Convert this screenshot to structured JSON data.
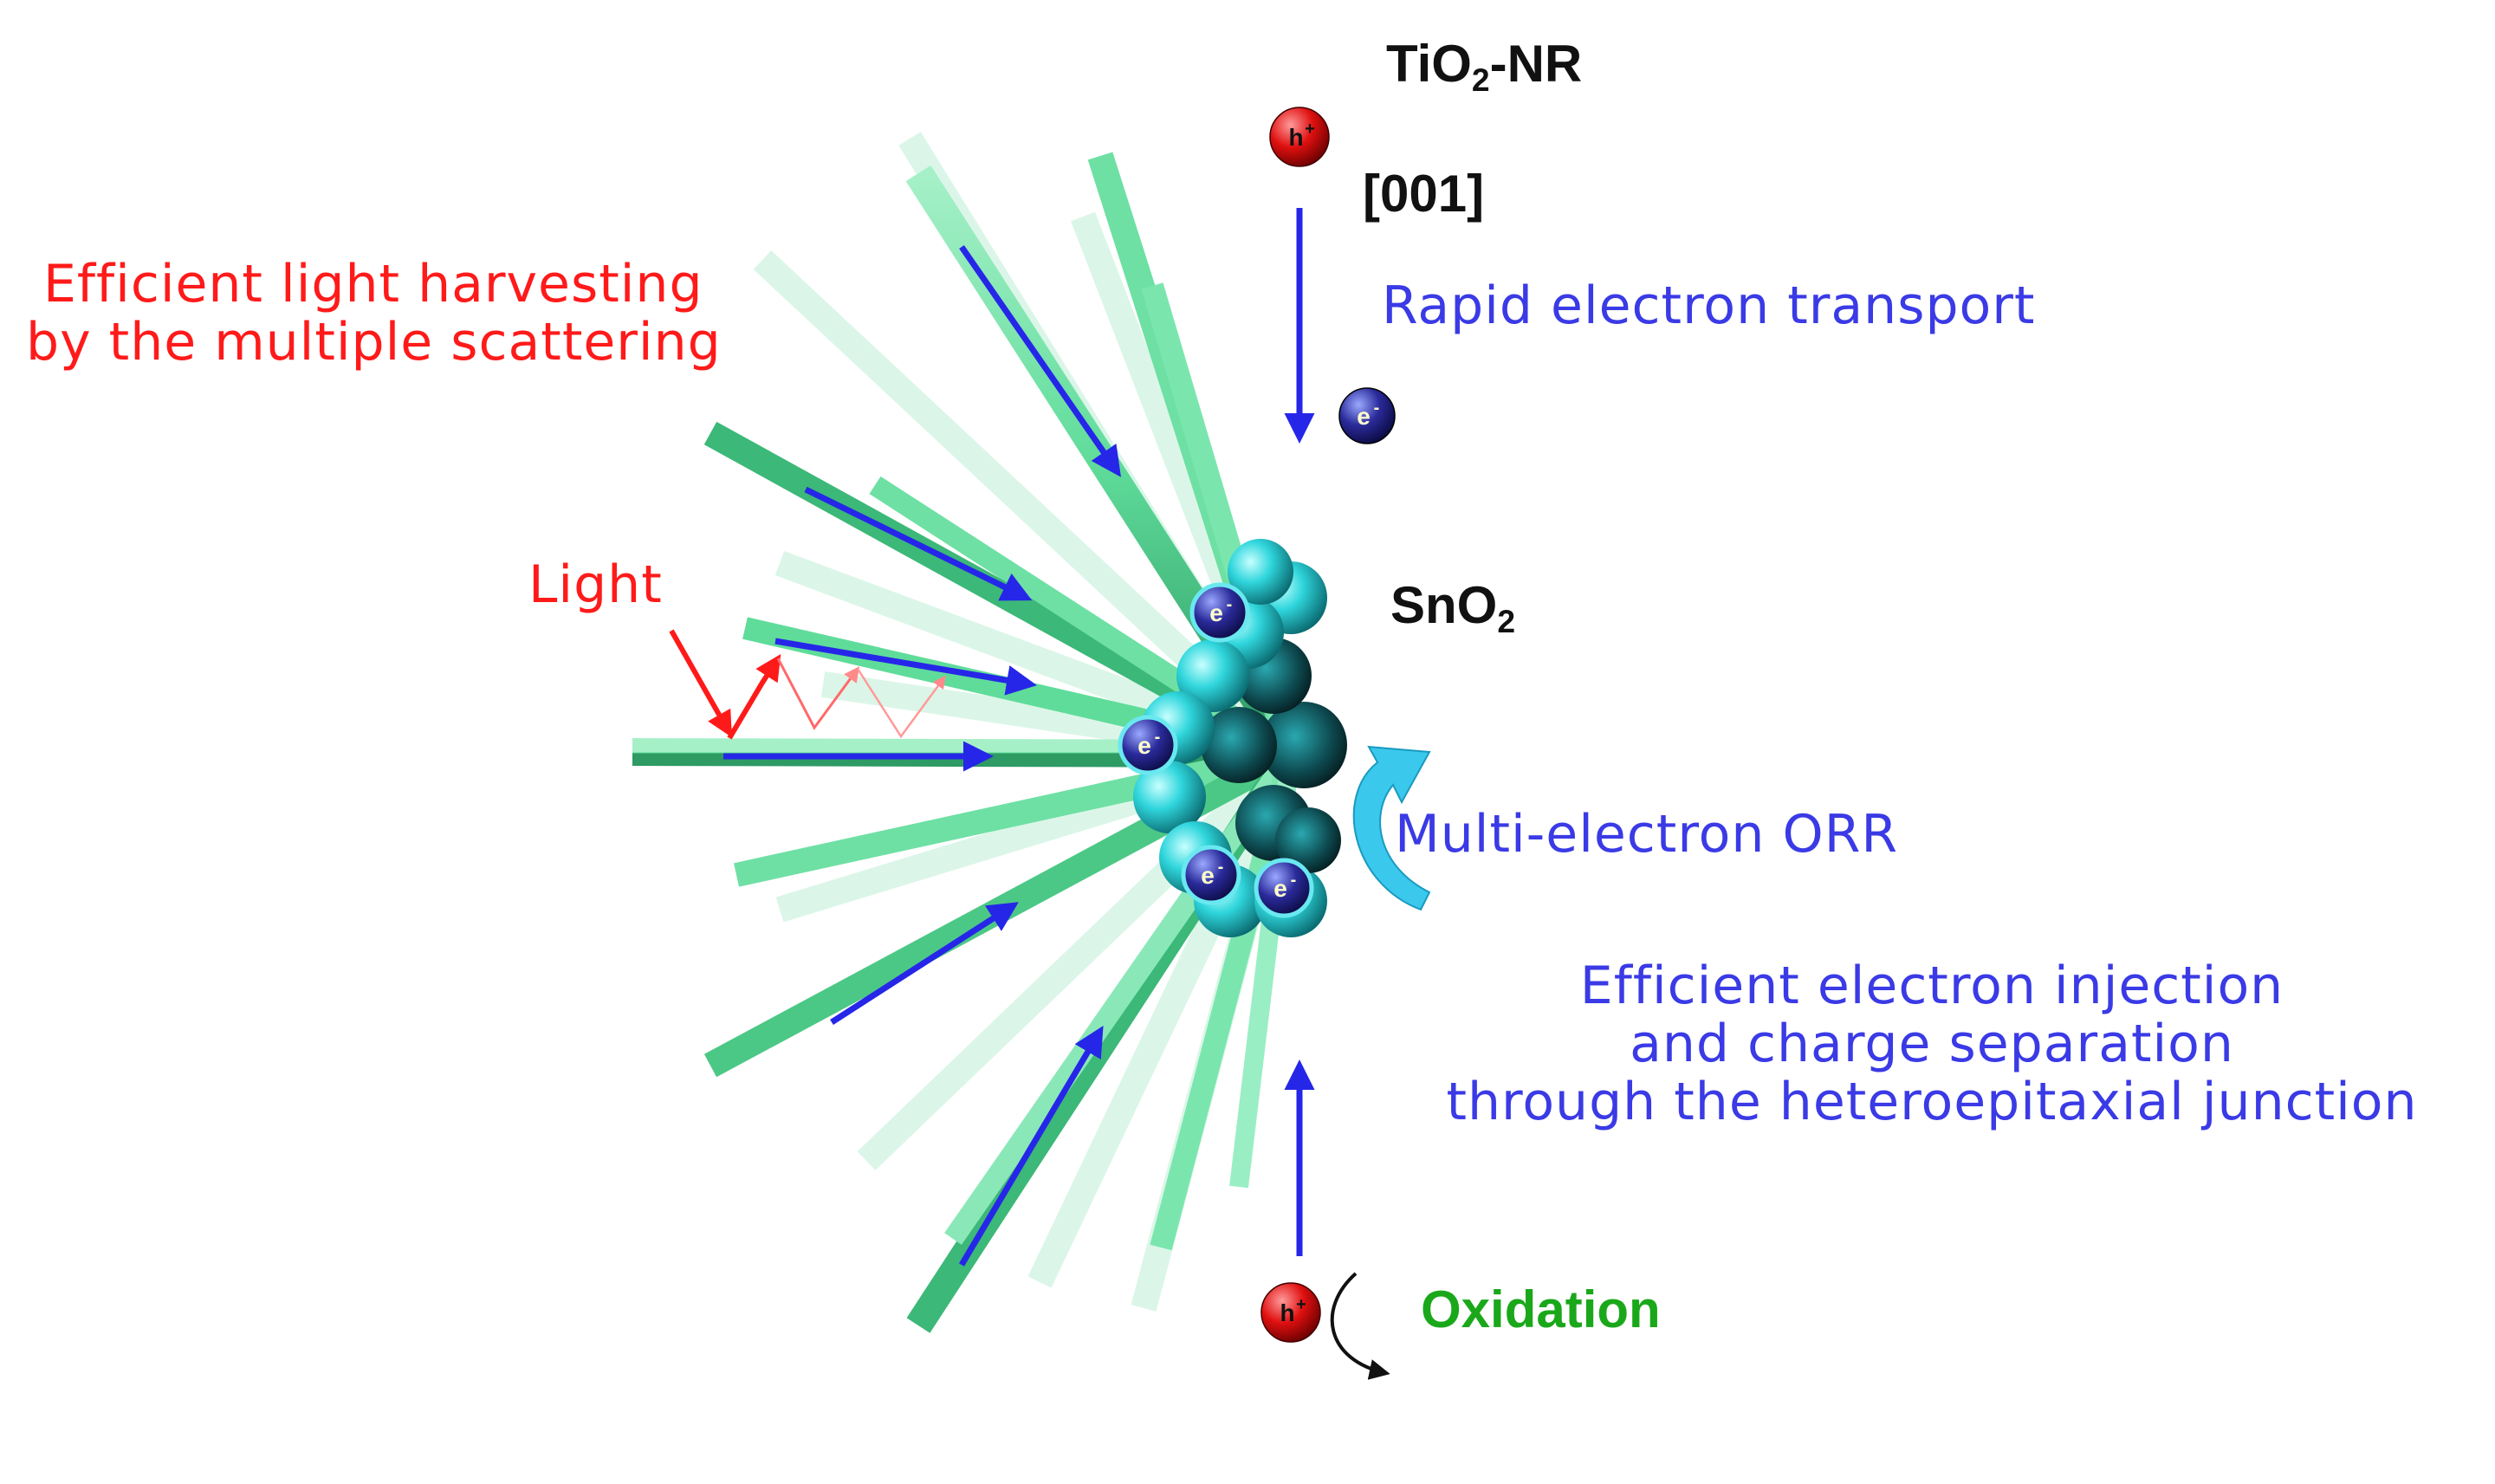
{
  "colors": {
    "red_text": "#ff1a1a",
    "blue_text": "#3a3ae6",
    "green_text": "#1aa81a",
    "black_text": "#111111",
    "rod": "#5fdc9a",
    "rod_light": "#b8f0d2",
    "rod_dark": "#2e9a64",
    "sphere": "#2fd6dc",
    "electron": "#2a2a9a",
    "hole": "#e01010",
    "arrow_blue": "#2626e8",
    "orr_arrow": "#3ac8ec"
  },
  "labels": {
    "tio2_nr": {
      "prefix": "TiO",
      "sub": "2",
      "suffix": "-NR"
    },
    "direction": "[001]",
    "sno2": {
      "prefix": "SnO",
      "sub": "2"
    },
    "light": "Light",
    "harvesting": [
      "Efficient light harvesting",
      "by the multiple scattering"
    ],
    "rapid_transport": "Rapid electron transport",
    "orr": "Multi-electron ORR",
    "injection": [
      "Efficient electron injection",
      "and charge separation",
      "through the heteroepitaxial junction"
    ],
    "oxidation": "Oxidation"
  },
  "particles": {
    "electron_symbol": "e",
    "electron_charge": "-",
    "hole_symbol": "h",
    "hole_charge": "+"
  },
  "icons": [
    "electron-icon",
    "hole-icon",
    "electron-flow-arrow",
    "light-ray-arrow",
    "curved-reaction-arrow"
  ]
}
